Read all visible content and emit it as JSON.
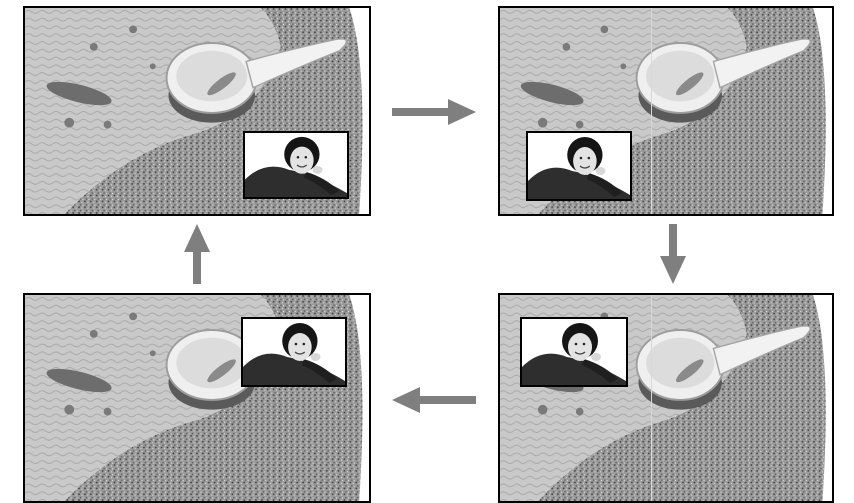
{
  "diagram": {
    "panels": [
      {
        "id": "top-left",
        "subject": "bowl-scene",
        "pip_corner": "bottom-right",
        "has_divider": false
      },
      {
        "id": "top-right",
        "subject": "bowl-scene",
        "pip_corner": "bottom-left",
        "has_divider": true
      },
      {
        "id": "bottom-right",
        "subject": "bowl-scene",
        "pip_corner": "top-left",
        "has_divider": true
      },
      {
        "id": "bottom-left",
        "subject": "bowl-scene",
        "pip_corner": "top-right",
        "has_divider": false
      }
    ],
    "arrows": [
      {
        "from": "top-left",
        "to": "top-right",
        "direction": "right"
      },
      {
        "from": "top-right",
        "to": "bottom-right",
        "direction": "down"
      },
      {
        "from": "bottom-right",
        "to": "bottom-left",
        "direction": "left"
      },
      {
        "from": "bottom-left",
        "to": "top-left",
        "direction": "up"
      }
    ],
    "colors": {
      "arrow": "#7f7f7f",
      "frame_border": "#000000",
      "divider": "#d8d8d8"
    }
  }
}
